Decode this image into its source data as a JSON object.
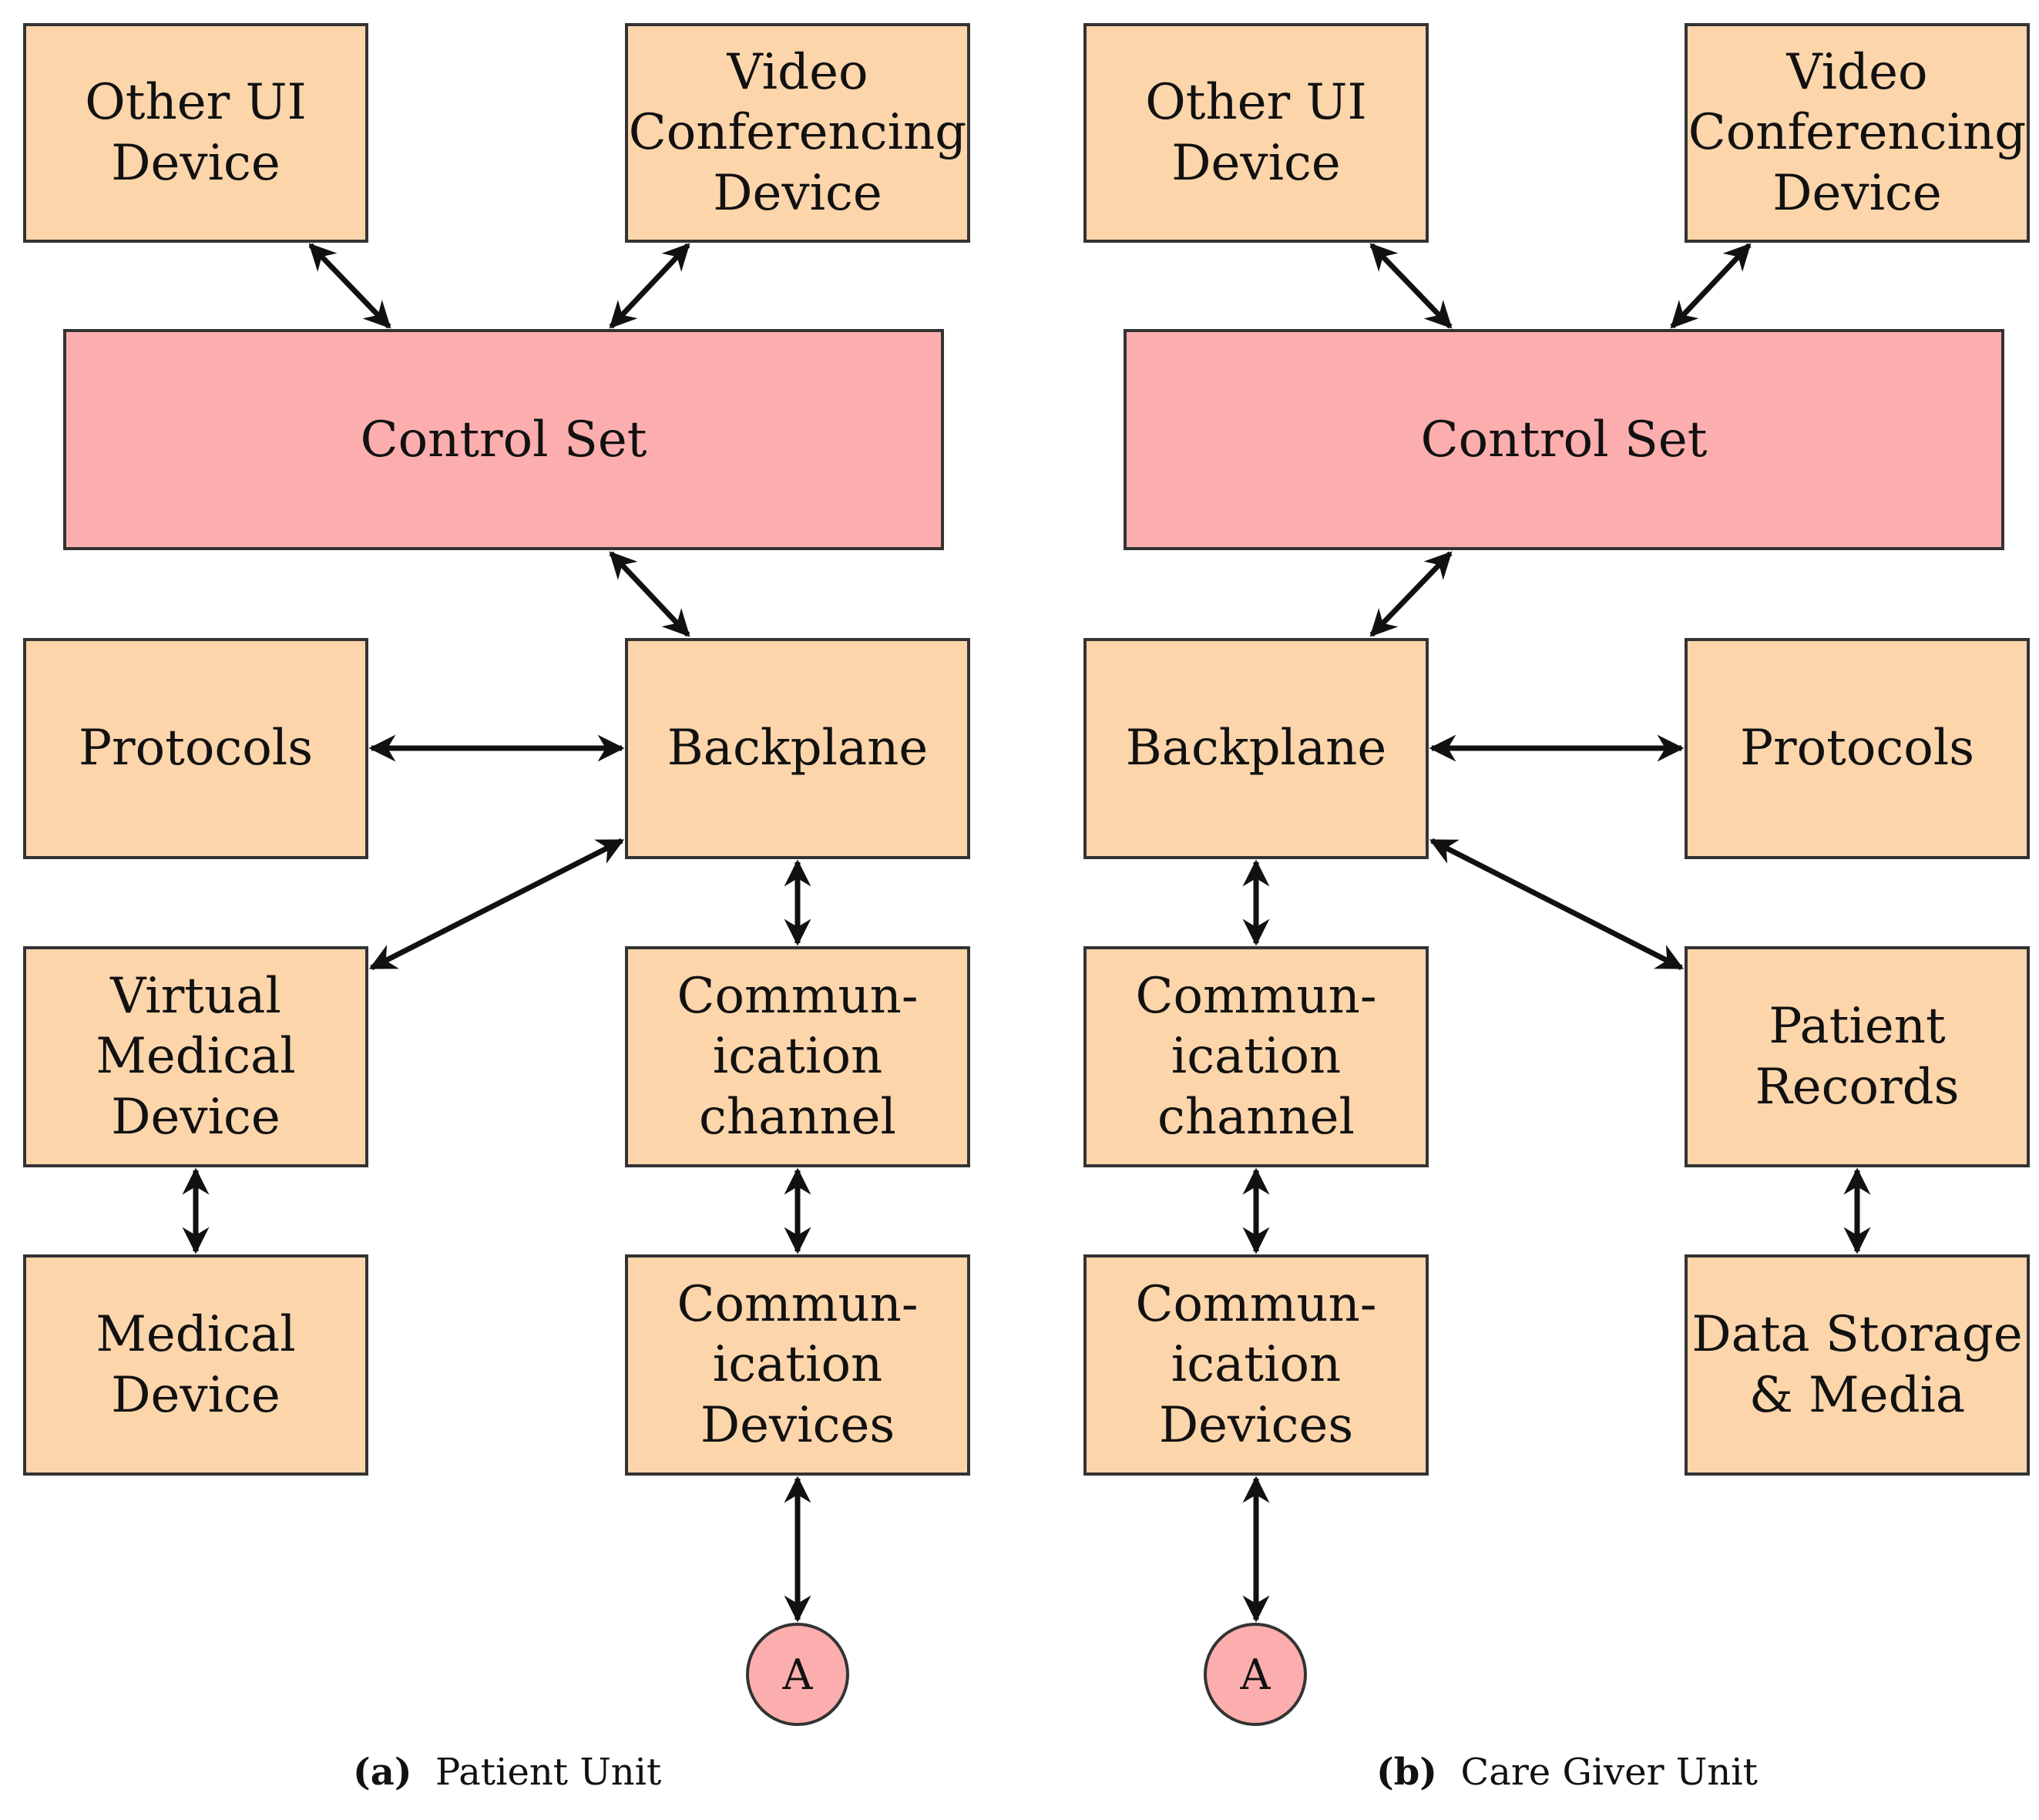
{
  "colors": {
    "node_fill": "#fdd5ab",
    "control_fill": "#fcaeae",
    "connector_fill": "#fcaeae",
    "stroke": "#111111"
  },
  "panels": [
    {
      "caption_label": "(a)",
      "caption_text": "Patient Unit",
      "nodes": {
        "other_ui": "Other UI\nDevice",
        "video": "Video\nConferencing\nDevice",
        "control_set": "Control Set",
        "protocols": "Protocols",
        "backplane": "Backplane",
        "virtual_medical": "Virtual\nMedical\nDevice",
        "comm_channel": "Commun-\nication\nchannel",
        "medical": "Medical\nDevice",
        "comm_devices": "Commun-\nication\nDevices",
        "connector": "A"
      }
    },
    {
      "caption_label": "(b)",
      "caption_text": "Care Giver Unit",
      "nodes": {
        "other_ui": "Other UI\nDevice",
        "video": "Video\nConferencing\nDevice",
        "control_set": "Control Set",
        "backplane": "Backplane",
        "protocols": "Protocols",
        "comm_channel": "Commun-\nication\nchannel",
        "patient_records": "Patient\nRecords",
        "comm_devices": "Commun-\nication\nDevices",
        "data_storage": "Data Storage\n& Media",
        "connector": "A"
      }
    }
  ]
}
